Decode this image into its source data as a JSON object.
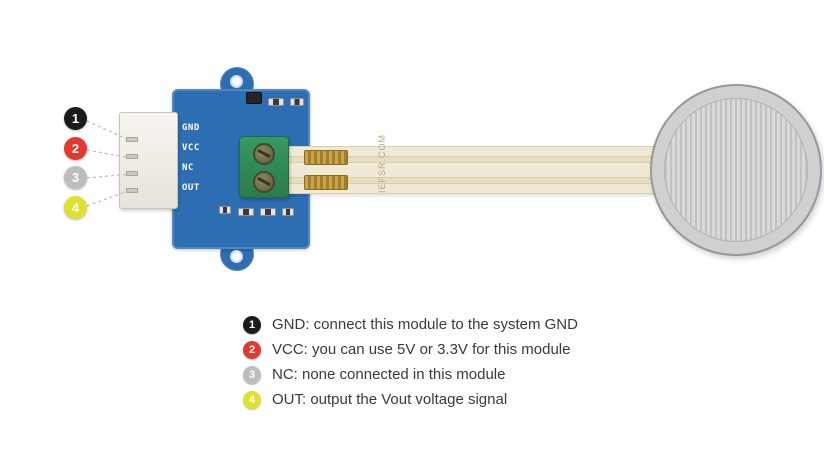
{
  "module": {
    "pins": [
      "GND",
      "VCC",
      "NC",
      "OUT"
    ],
    "ribbon_text": "IEFSR.COM"
  },
  "callouts": [
    {
      "number": "1",
      "color": "#1b1b1b"
    },
    {
      "number": "2",
      "color": "#e2382e"
    },
    {
      "number": "3",
      "color": "#bdbdbd"
    },
    {
      "number": "4",
      "color": "#dfe02f"
    }
  ],
  "legend": {
    "items": [
      {
        "number": "1",
        "color": "#1b1b1b",
        "label": "GND: connect this module to the system GND"
      },
      {
        "number": "2",
        "color": "#e2382e",
        "label": "VCC: you can use 5V or 3.3V for this module"
      },
      {
        "number": "3",
        "color": "#bdbdbd",
        "label": "NC: none connected in this module"
      },
      {
        "number": "4",
        "color": "#dfe02f",
        "label": "OUT: output the Vout voltage signal"
      }
    ]
  },
  "colors": {
    "pcb": "#2d6eb3",
    "terminal": "#2f8f5b",
    "ribbon": "#f0e9d6",
    "sensor": "#d0d0d2"
  }
}
